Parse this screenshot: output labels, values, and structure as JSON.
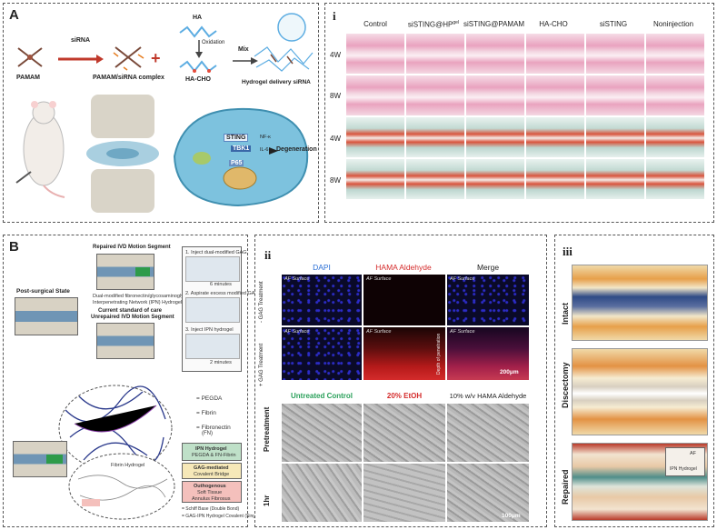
{
  "panels": {
    "A": "A",
    "B": "B",
    "i": "i",
    "ii": "ii",
    "iii": "iii"
  },
  "panelA": {
    "pamam": "PAMAM",
    "sirna": "siRNA",
    "complex": "PAMAM/siRNA complex",
    "ha": "HA",
    "oxidation": "Oxidation",
    "ha_cho": "HA-CHO",
    "mix": "Mix",
    "hydrogel": "Hydrogel delivery siRNA",
    "sting": "STING",
    "tbk1": "TBK1",
    "p65": "P65",
    "nfkb": "NF-κ",
    "il6": "IL-6",
    "degeneration": "Degeneration"
  },
  "panelI": {
    "columns": [
      "Control",
      "siSTING@HP",
      "siSTING@PAMAM",
      "HA-CHO",
      "siSTING",
      "Noninjection"
    ],
    "col1_sup": "gel",
    "rows": [
      "4W",
      "8W",
      "4W",
      "8W"
    ]
  },
  "panelB": {
    "post_surgical": "Post-surgical State",
    "repaired": "Repaired IVD Motion Segment",
    "unrepaired_1": "Current standard of care",
    "unrepaired_2": "Unrepaired IVD Motion Segment",
    "legend1": "Dual-modified fibronectin/glycosaminoglycan (GAG)",
    "legend2": "Interpenetrating Network (IPN) Hydrogel",
    "step1": "1. Inject dual-modified GAG",
    "step2": "2. Aspirate excess modified GAG",
    "step3": "3. Inject IPN hydrogel",
    "time1": "6 minutes",
    "time2": "2 minutes",
    "pegda": "= PEGDA",
    "fibrin": "= Fibrin",
    "fibronectin": "= Fibronectin",
    "fn": "(FN)",
    "ipn_title": "IPN Hydrogel",
    "ipn_sub": "PEGDA & FN-Fibrin",
    "gag_title": "GAG-mediated",
    "gag_sub": "Covalent Bridge",
    "ol_title": "Outhogenous",
    "ol_sub1": "Soft Tissue",
    "ol_sub2": "Annulus Fibrosus",
    "fibrin_hydrogel": "Fibrin Hydrogel",
    "schiff": "= Schiff Base (Double Bond)",
    "gag_ipn": "= GAG-IPN Hydrogel Covalent (Single Bond)"
  },
  "panelII": {
    "headers": [
      "DAPI",
      "HAMA Aldehyde",
      "Merge"
    ],
    "header_colors": [
      "#2b6fd6",
      "#d42a2a",
      "#222222"
    ],
    "af_surface": "AF Surface",
    "row_minus": "- GAG Treatment",
    "row_plus": "+ GAG Treatment",
    "depth": "Depth of penetration",
    "scale1": "200μm",
    "headers2": [
      "Untreated Control",
      "20% EtOH",
      "10% w/v HAMA Aldehyde"
    ],
    "header2_colors": [
      "#2aa05a",
      "#d42a2a",
      "#222222"
    ],
    "row_pre": "Pretreatment",
    "row_1hr": "1hr",
    "scale2": "100μm"
  },
  "panelIII": {
    "labels": [
      "Intact",
      "Discectomy",
      "Repaired"
    ],
    "af": "AF",
    "ipn": "IPN Hydrogel"
  }
}
